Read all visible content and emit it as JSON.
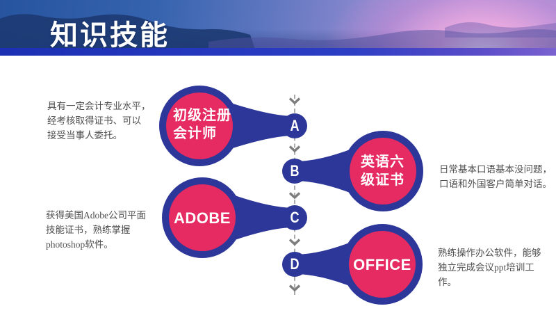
{
  "header": {
    "title": "知识技能"
  },
  "colors": {
    "accent_blue": "#2D3799",
    "accent_pink": "#E62A62",
    "arrow_gray": "#7d7d7d",
    "text_gray": "#4f4f4f"
  },
  "timeline": {
    "items": [
      {
        "letter": "A",
        "label_lines": [
          "初级注册",
          "会计师"
        ],
        "description_lines": [
          "具有一定会计专业水平，",
          "经考核取得证书、可以",
          "接受当事人委托。"
        ]
      },
      {
        "letter": "B",
        "label_lines": [
          "英语六",
          "级证书"
        ],
        "description_lines": [
          "日常基本口语基本没问题，",
          "口语和外国客户简单对话。"
        ]
      },
      {
        "letter": "C",
        "label_lines": [
          "ADOBE"
        ],
        "description_lines": [
          "获得美国Adobe公司平面",
          "技能证书，熟练掌握",
          "photoshop软件。"
        ]
      },
      {
        "letter": "D",
        "label_lines": [
          "OFFICE"
        ],
        "description_lines": [
          "熟练操作办公软件，能够",
          "独立完成会议ppt培训工",
          "作。"
        ]
      }
    ]
  }
}
